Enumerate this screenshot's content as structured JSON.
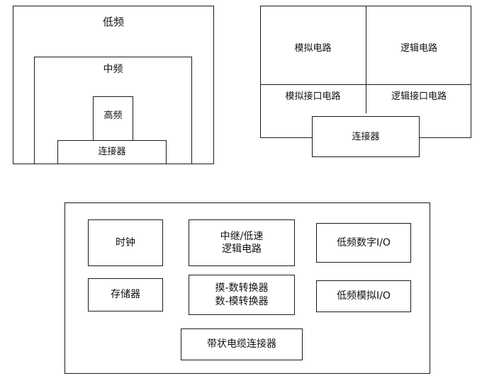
{
  "diagram": {
    "figure_a": {
      "name": "nested-frequency-zones",
      "outer_label": "低频",
      "middle_label": "中频",
      "inner_label": "高频",
      "connector_label": "连接器"
    },
    "figure_b": {
      "name": "circuit-partition-matrix",
      "analog_circuit_label": "模拟电路",
      "logic_circuit_label": "逻辑电路",
      "analog_interface_label": "模拟接口电路",
      "logic_interface_label": "逻辑接口电路",
      "connector_label": "连接器"
    },
    "figure_c": {
      "name": "module-block-layout",
      "blocks": [
        {
          "id": "clock",
          "label": "时钟"
        },
        {
          "id": "relay-low-speed-logic",
          "label": "中继/低速\n逻辑电路"
        },
        {
          "id": "low-freq-digital-io",
          "label": "低频数字I/O"
        },
        {
          "id": "memory",
          "label": "存储器"
        },
        {
          "id": "adc-dac",
          "label": "摸-数转换器\n数-模转换器"
        },
        {
          "id": "low-freq-analog-io",
          "label": "低频模拟I/O"
        },
        {
          "id": "ribbon-cable-connector",
          "label": "带状电缆连接器"
        }
      ]
    }
  },
  "colors": {
    "stroke": "#1a1a1a",
    "background": "#ffffff",
    "text": "#111111"
  }
}
